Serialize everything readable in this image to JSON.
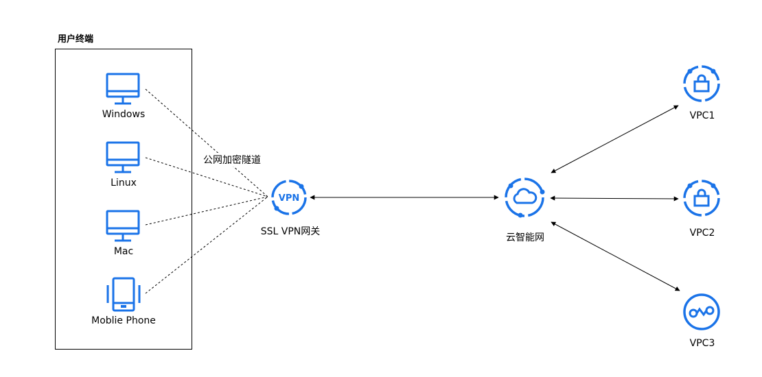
{
  "group": {
    "title": "用户终端"
  },
  "devices": [
    {
      "label": "Windows",
      "icon": "desktop-monitor-icon"
    },
    {
      "label": "Linux",
      "icon": "desktop-monitor-icon"
    },
    {
      "label": "Mac",
      "icon": "desktop-monitor-icon"
    },
    {
      "label": "Moblie Phone",
      "icon": "mobile-phone-icon"
    }
  ],
  "tunnel": {
    "label": "公网加密隧道"
  },
  "gateway": {
    "label": "SSL VPN网关",
    "icon": "vpn-gateway-icon",
    "icon_text": "VPN"
  },
  "cloud": {
    "label": "云智能网",
    "icon": "cloud-network-icon"
  },
  "vpcs": [
    {
      "label": "VPC1",
      "icon": "vpc-lock-icon"
    },
    {
      "label": "VPC2",
      "icon": "vpc-lock-icon"
    },
    {
      "label": "VPC3",
      "icon": "vpc-link-icon"
    }
  ],
  "colors": {
    "accent": "#1a73e8",
    "line": "#000000"
  }
}
